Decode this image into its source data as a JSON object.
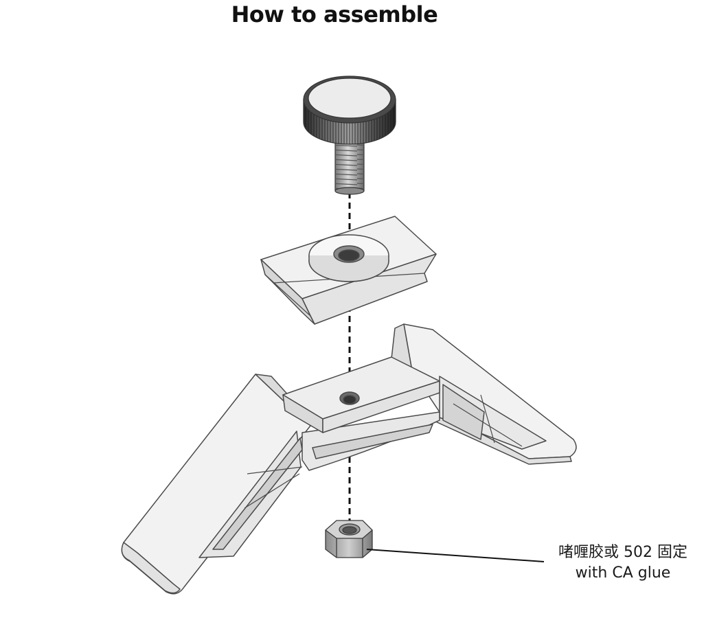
{
  "title": "How to assemble",
  "callout": {
    "line1": "啫喱胶或 502 固定",
    "line2": "with CA glue"
  },
  "parts": [
    "thumb-screw",
    "slider-washer",
    "tripod-base",
    "hex-nut"
  ],
  "colors": {
    "outline": "#4a4a4a",
    "part_fill": "#f0f0f0",
    "part_shade": "#d9d9d9",
    "metal_dark": "#5a5a5a",
    "metal_light": "#c8c8c8",
    "dashed_axis": "#111111"
  }
}
